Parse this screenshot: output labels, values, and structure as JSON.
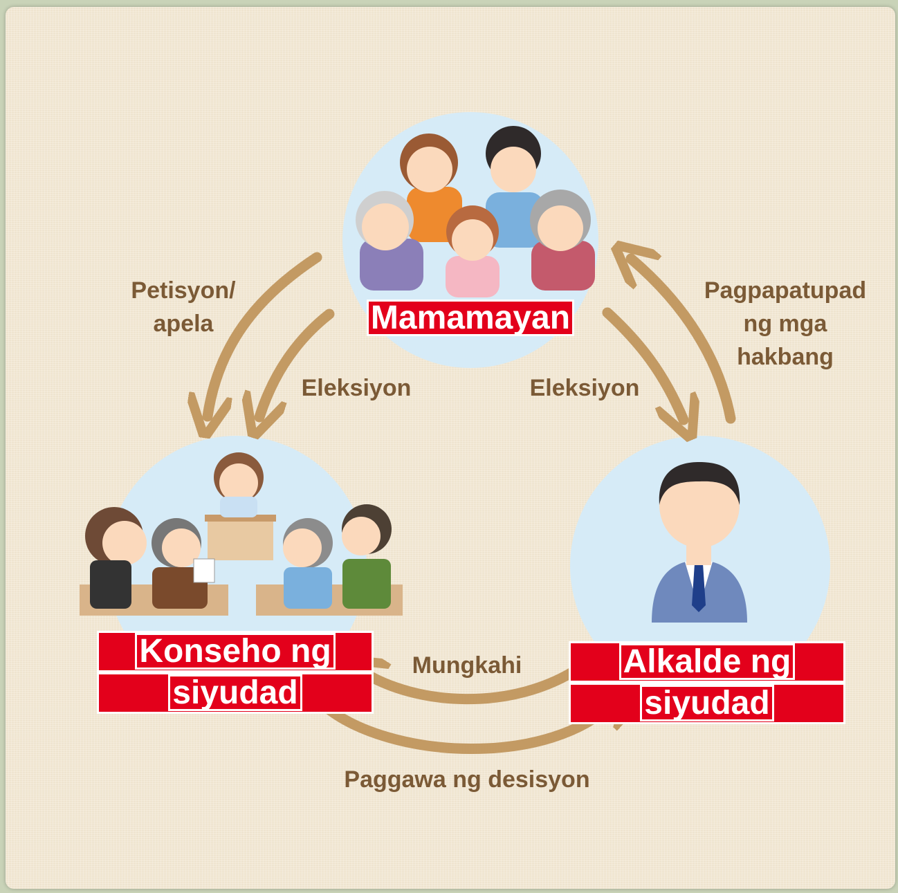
{
  "nodes": {
    "citizens": {
      "label": "Mamamayan"
    },
    "council": {
      "label_line1": "Konseho ng",
      "label_line2": "siyudad"
    },
    "mayor": {
      "label_line1": "Alkalde ng",
      "label_line2": "siyudad"
    }
  },
  "edges": {
    "petition": {
      "label_line1": "Petisyon/",
      "label_line2": "apela"
    },
    "election_council": {
      "label": "Eleksiyon"
    },
    "election_mayor": {
      "label": "Eleksiyon"
    },
    "implementation": {
      "label_line1": "Pagpapatupad",
      "label_line2": "ng mga",
      "label_line3": "hakbang"
    },
    "proposal": {
      "label": "Mungkahi"
    },
    "decision": {
      "label": "Paggawa ng desisyon"
    }
  },
  "colors": {
    "arrow": "#c39a63",
    "label_text": "#7b5a36",
    "title_bg": "#e3001b",
    "circle": "#d6ebf7"
  }
}
